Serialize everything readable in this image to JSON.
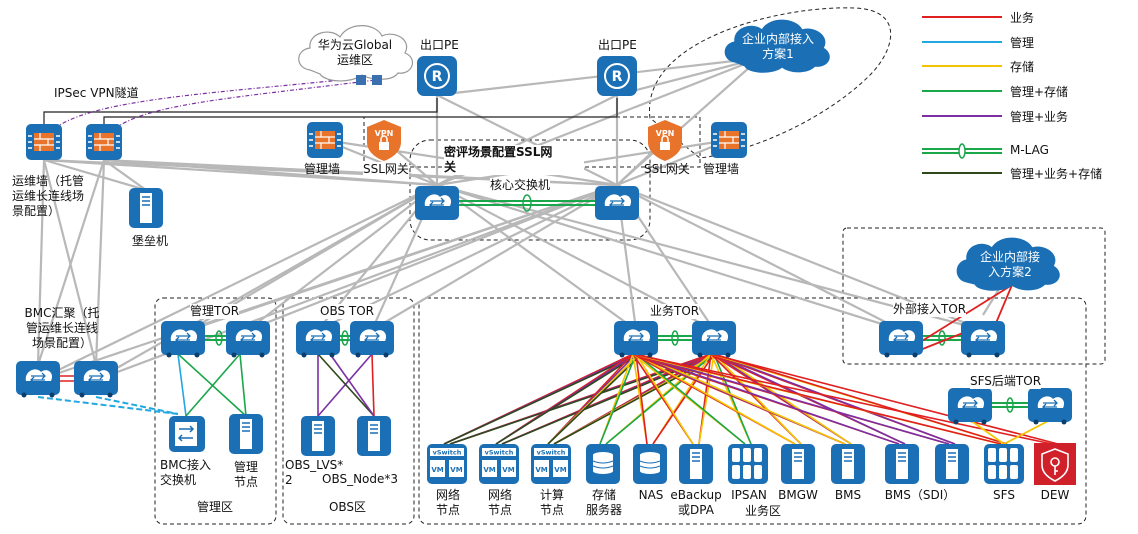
{
  "colors": {
    "business": "#e02020",
    "management": "#22a8e0",
    "storage": "#f5c400",
    "mgmt_storage": "#1aa74a",
    "mgmt_business": "#7b2fa3",
    "mlag": "#1aa74a",
    "all": "#2e4a1a",
    "trunk": "#b8b8b8",
    "device": "#1a6fb5"
  },
  "legend": [
    {
      "label": "业务",
      "color": "#e02020",
      "style": "solid"
    },
    {
      "label": "管理",
      "color": "#22a8e0",
      "style": "solid"
    },
    {
      "label": "存储",
      "color": "#f5c400",
      "style": "solid"
    },
    {
      "label": "管理+存储",
      "color": "#1aa74a",
      "style": "solid"
    },
    {
      "label": "管理+业务",
      "color": "#7b2fa3",
      "style": "solid"
    },
    {
      "label": "M-LAG",
      "color": "#1aa74a",
      "style": "mlag"
    },
    {
      "label": "管理+业务+存储",
      "color": "#2e4a1a",
      "style": "solid"
    }
  ],
  "clouds": {
    "huawei_cloud": "华为云Global\n运维区",
    "enterprise_1": "企业内部接入\n方案1",
    "enterprise_2": "企业内部接\n入方案2"
  },
  "labels": {
    "ipsec": "IPSec VPN隧道",
    "pe_left": "出口PE",
    "pe_right": "出口PE",
    "ops_firewall": "运维墙（托管\n运维长连线场\n景配置）",
    "bastion": "堡垒机",
    "mgmt_wall_left": "管理墙",
    "ssl_left": "SSL网关",
    "ssl_scene": "密评场景配置SSL网\n关",
    "ssl_right": "SSL网关",
    "mgmt_wall_right": "管理墙",
    "core_switch": "核心交换机",
    "bmc_agg": "BMC汇聚（托\n管运维长连线\n场景配置）",
    "mgmt_tor": "管理TOR",
    "obs_tor": "OBS TOR",
    "biz_tor": "业务TOR",
    "ext_tor": "外部接入TOR",
    "sfs_tor": "SFS后端TOR",
    "bmc_access": "BMC接入\n交换机",
    "mgmt_node": "管理\n节点",
    "obs_lvs": "OBS_LVS*\n2",
    "obs_node": "OBS_Node*3",
    "zone_mgmt": "管理区",
    "zone_obs": "OBS区",
    "biz_zone": "业务区"
  },
  "vm_tags": {
    "switch": "vSwitch",
    "vm": "VM"
  },
  "nodes": [
    {
      "id": "network1",
      "label": "网络\n节点"
    },
    {
      "id": "network2",
      "label": "网络\n节点"
    },
    {
      "id": "compute",
      "label": "计算\n节点"
    },
    {
      "id": "storage_server",
      "label": "存储\n服务器"
    },
    {
      "id": "nas",
      "label": "NAS"
    },
    {
      "id": "ebackup",
      "label": "eBackup\n或DPA"
    },
    {
      "id": "ipsan",
      "label": "IPSAN"
    },
    {
      "id": "bmgw",
      "label": "BMGW"
    },
    {
      "id": "bms1",
      "label": "BMS"
    },
    {
      "id": "bms2",
      "label": "BMS（SDI）"
    },
    {
      "id": "sfs",
      "label": "SFS"
    },
    {
      "id": "dew",
      "label": "DEW"
    }
  ]
}
